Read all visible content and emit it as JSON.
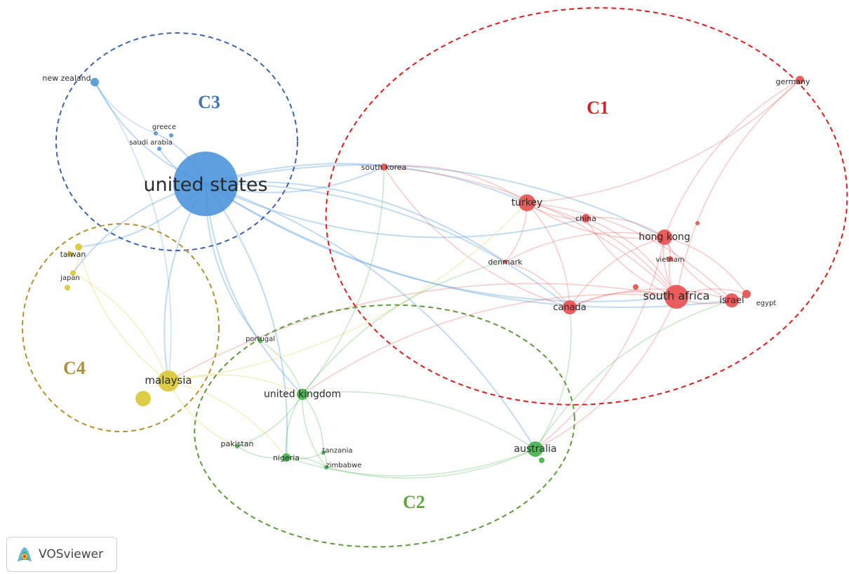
{
  "app": {
    "name": "VOSviewer"
  },
  "colors": {
    "c1": "#e8504f",
    "c2": "#45b24b",
    "c3": "#4f97dc",
    "c4": "#d9c936",
    "c1_outline": "#e11b1b",
    "c2_outline": "#5c9a3b",
    "c3_outline": "#3c63b0",
    "c4_outline": "#b2912e"
  },
  "clusters": [
    {
      "id": "C1",
      "label": "C1",
      "color": "#d71f1f"
    },
    {
      "id": "C2",
      "label": "C2",
      "color": "#62a442"
    },
    {
      "id": "C3",
      "label": "C3",
      "color": "#3f73bf"
    },
    {
      "id": "C4",
      "label": "C4",
      "color": "#ae8f35"
    }
  ],
  "nodes": [
    {
      "id": "united_states",
      "label": "united states",
      "cluster": "C3",
      "weight": 10
    },
    {
      "id": "new_zealand",
      "label": "new zealand",
      "cluster": "C3",
      "weight": 2
    },
    {
      "id": "greece",
      "label": "greece",
      "cluster": "C3",
      "weight": 1
    },
    {
      "id": "saudi_arabia",
      "label": "saudi arabia",
      "cluster": "C3",
      "weight": 1
    },
    {
      "id": "turkey",
      "label": "turkey",
      "cluster": "C1",
      "weight": 4
    },
    {
      "id": "south_africa",
      "label": "south africa",
      "cluster": "C1",
      "weight": 6
    },
    {
      "id": "hong_kong",
      "label": "hong kong",
      "cluster": "C1",
      "weight": 4
    },
    {
      "id": "china",
      "label": "china",
      "cluster": "C1",
      "weight": 2
    },
    {
      "id": "canada",
      "label": "canada",
      "cluster": "C1",
      "weight": 3
    },
    {
      "id": "israel",
      "label": "israel",
      "cluster": "C1",
      "weight": 3
    },
    {
      "id": "egypt",
      "label": "egypt",
      "cluster": "C1",
      "weight": 1
    },
    {
      "id": "vietnam",
      "label": "vietnam",
      "cluster": "C1",
      "weight": 1
    },
    {
      "id": "south_korea",
      "label": "south korea",
      "cluster": "C1",
      "weight": 1
    },
    {
      "id": "denmark",
      "label": "denmark",
      "cluster": "C1",
      "weight": 1
    },
    {
      "id": "germany",
      "label": "germany",
      "cluster": "C1",
      "weight": 1
    },
    {
      "id": "malaysia",
      "label": "malaysia",
      "cluster": "C4",
      "weight": 4
    },
    {
      "id": "taiwan",
      "label": "taiwan",
      "cluster": "C4",
      "weight": 1
    },
    {
      "id": "japan",
      "label": "japan",
      "cluster": "C4",
      "weight": 1
    },
    {
      "id": "united_kingdom",
      "label": "united kingdom",
      "cluster": "C2",
      "weight": 3
    },
    {
      "id": "australia",
      "label": "australia",
      "cluster": "C2",
      "weight": 3
    },
    {
      "id": "portugal",
      "label": "portugal",
      "cluster": "C2",
      "weight": 1
    },
    {
      "id": "pakistan",
      "label": "pakistan",
      "cluster": "C2",
      "weight": 1
    },
    {
      "id": "nigeria",
      "label": "nigeria",
      "cluster": "C2",
      "weight": 2
    },
    {
      "id": "tanzania",
      "label": "tanzania",
      "cluster": "C2",
      "weight": 1
    },
    {
      "id": "zimbabwe",
      "label": "zimbabwe",
      "cluster": "C2",
      "weight": 1
    }
  ],
  "links": [
    [
      "united_states",
      "new_zealand"
    ],
    [
      "united_states",
      "greece"
    ],
    [
      "united_states",
      "saudi_arabia"
    ],
    [
      "united_states",
      "south_korea"
    ],
    [
      "united_states",
      "turkey"
    ],
    [
      "united_states",
      "china"
    ],
    [
      "united_states",
      "hong_kong"
    ],
    [
      "united_states",
      "south_africa"
    ],
    [
      "united_states",
      "canada"
    ],
    [
      "united_states",
      "israel"
    ],
    [
      "united_states",
      "denmark"
    ],
    [
      "united_states",
      "united_kingdom"
    ],
    [
      "united_states",
      "australia"
    ],
    [
      "united_states",
      "malaysia"
    ],
    [
      "united_states",
      "taiwan"
    ],
    [
      "united_states",
      "japan"
    ],
    [
      "united_states",
      "nigeria"
    ],
    [
      "united_states",
      "portugal"
    ],
    [
      "new_zealand",
      "malaysia"
    ],
    [
      "new_zealand",
      "greece"
    ],
    [
      "turkey",
      "south_africa"
    ],
    [
      "turkey",
      "hong_kong"
    ],
    [
      "turkey",
      "canada"
    ],
    [
      "turkey",
      "germany"
    ],
    [
      "turkey",
      "denmark"
    ],
    [
      "turkey",
      "south_korea"
    ],
    [
      "turkey",
      "israel"
    ],
    [
      "turkey",
      "china"
    ],
    [
      "south_africa",
      "hong_kong"
    ],
    [
      "south_africa",
      "israel"
    ],
    [
      "south_africa",
      "egypt"
    ],
    [
      "south_africa",
      "canada"
    ],
    [
      "south_africa",
      "vietnam"
    ],
    [
      "south_africa",
      "china"
    ],
    [
      "south_africa",
      "germany"
    ],
    [
      "south_africa",
      "united_kingdom"
    ],
    [
      "south_africa",
      "australia"
    ],
    [
      "south_africa",
      "malaysia"
    ],
    [
      "hong_kong",
      "germany"
    ],
    [
      "hong_kong",
      "canada"
    ],
    [
      "hong_kong",
      "vietnam"
    ],
    [
      "hong_kong",
      "israel"
    ],
    [
      "hong_kong",
      "egypt"
    ],
    [
      "hong_kong",
      "china"
    ],
    [
      "hong_kong",
      "australia"
    ],
    [
      "hong_kong",
      "denmark"
    ],
    [
      "canada",
      "israel"
    ],
    [
      "canada",
      "denmark"
    ],
    [
      "canada",
      "south_korea"
    ],
    [
      "israel",
      "egypt"
    ],
    [
      "south_korea",
      "south_africa"
    ],
    [
      "china",
      "south_africa"
    ],
    [
      "malaysia",
      "taiwan"
    ],
    [
      "malaysia",
      "japan"
    ],
    [
      "malaysia",
      "united_kingdom"
    ],
    [
      "malaysia",
      "pakistan"
    ],
    [
      "malaysia",
      "nigeria"
    ],
    [
      "malaysia",
      "turkey"
    ],
    [
      "taiwan",
      "japan"
    ],
    [
      "united_kingdom",
      "nigeria"
    ],
    [
      "united_kingdom",
      "tanzania"
    ],
    [
      "united_kingdom",
      "zimbabwe"
    ],
    [
      "united_kingdom",
      "australia"
    ],
    [
      "united_kingdom",
      "portugal"
    ],
    [
      "united_kingdom",
      "pakistan"
    ],
    [
      "united_kingdom",
      "south_korea"
    ],
    [
      "united_kingdom",
      "denmark"
    ],
    [
      "nigeria",
      "tanzania"
    ],
    [
      "nigeria",
      "zimbabwe"
    ],
    [
      "nigeria",
      "australia"
    ],
    [
      "nigeria",
      "pakistan"
    ],
    [
      "zimbabwe",
      "australia"
    ],
    [
      "tanzania",
      "zimbabwe"
    ],
    [
      "australia",
      "canada"
    ],
    [
      "australia",
      "israel"
    ]
  ]
}
